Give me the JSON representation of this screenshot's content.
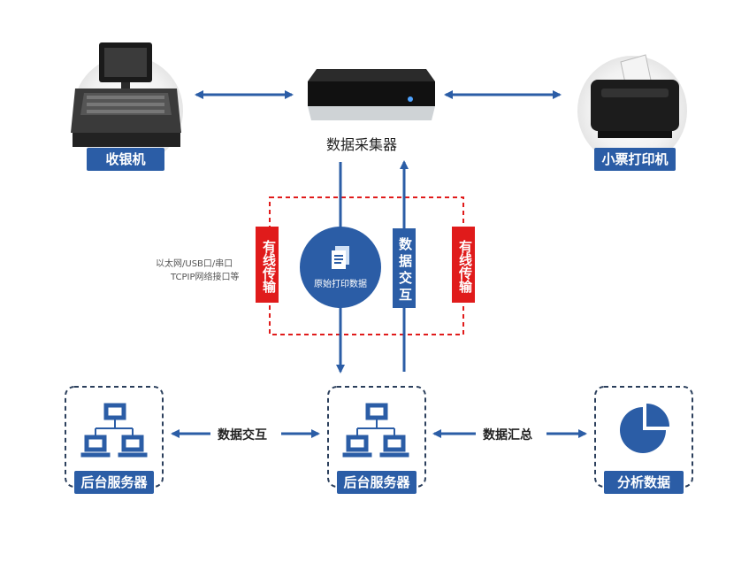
{
  "nodes": {
    "pos_terminal": "收银机",
    "collector": "数据采集器",
    "printer": "小票打印机",
    "server_left": "后台服务器",
    "server_center": "后台服务器",
    "analysis": "分析数据"
  },
  "labels": {
    "wired_left": "有线传输",
    "wired_right": "有线传输",
    "data_exchange_vertical": "数据交互",
    "raw_print_data": "原始打印数据",
    "interface_line1": "以太网/USB口/串口",
    "interface_line2": "TCPIP网络接口等",
    "data_exchange_bottom": "数据交互",
    "data_summary": "数据汇总"
  },
  "colors": {
    "primary_blue": "#2b5da6",
    "accent_red": "#e01b1b",
    "dashed_border": "#2b3f5c"
  },
  "icons": {
    "pos": "pos-terminal-icon",
    "collector": "data-collector-box-icon",
    "printer": "receipt-printer-icon",
    "network": "network-computers-icon",
    "document": "document-icon",
    "pie": "pie-chart-icon"
  }
}
